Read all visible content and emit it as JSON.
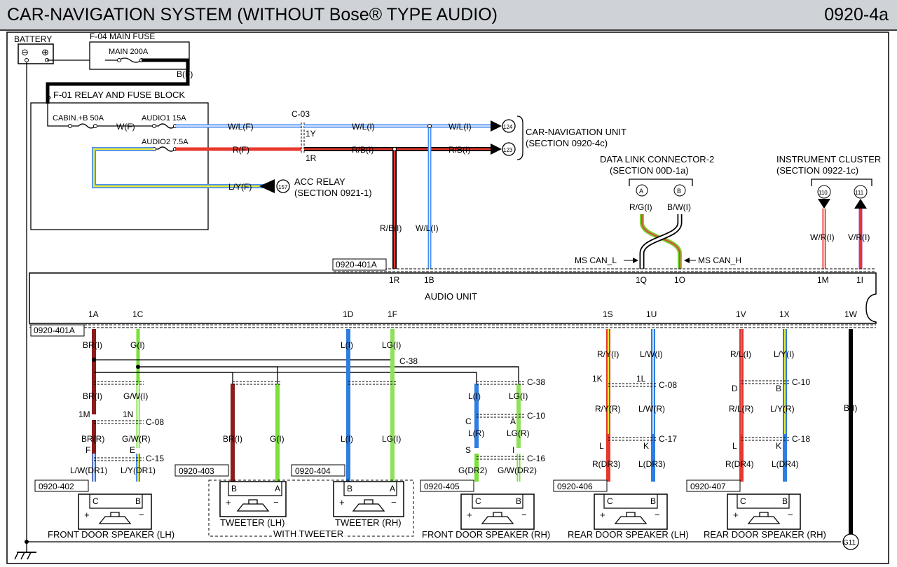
{
  "header": {
    "title": "CAR-NAVIGATION SYSTEM (WITHOUT Bose® TYPE AUDIO)",
    "page": "0920-4a"
  },
  "battery": {
    "label": "BATTERY",
    "minus": "⊖",
    "plus": "⊕"
  },
  "main_fuse": {
    "label": "F-04  MAIN FUSE",
    "fuse": "MAIN 200A",
    "wire": "B(F)"
  },
  "relay_block": {
    "label": "F-01  RELAY AND FUSE BLOCK",
    "fuse_cabin": "CABIN.+B 50A",
    "fuse_audio1": "AUDIO1 15A",
    "fuse_audio2": "AUDIO2 7.5A"
  },
  "wires_top": {
    "w_f": "W(F)",
    "wl_f": "W/L(F)",
    "r_f": "R(F)",
    "ly_f": "L/Y(F)",
    "c03": "C-03",
    "pin_1y": "1Y",
    "pin_1r": "1R",
    "wl_i_a": "W/L(I)",
    "wl_i_b": "W/L(I)",
    "rb_i_a": "R/B(I)",
    "rb_i_b": "R/B(I)"
  },
  "connectors": {
    "c124": "124",
    "c123": "123",
    "c157": "157"
  },
  "nav_unit": {
    "name": "CAR-NAVIGATION UNIT",
    "section": "(SECTION 0920-4c)"
  },
  "acc_relay": {
    "name": "ACC RELAY",
    "section": "(SECTION 0921-1)"
  },
  "dlc": {
    "name": "DATA LINK CONNECTOR-2",
    "section": "(SECTION 00D-1a)",
    "pin_a": "A",
    "pin_b": "B",
    "wire_a": "R/G(I)",
    "wire_b": "B/W(I)",
    "can_l": "MS CAN_L",
    "can_h": "MS CAN_H",
    "pin_1q": "1Q",
    "pin_1o": "1O"
  },
  "cluster": {
    "name": "INSTRUMENT CLUSTER",
    "section": "(SECTION 0922-1c)",
    "c110": "110",
    "c111": "111",
    "wire_wr": "W/R(I)",
    "wire_vr": "V/R(I)",
    "pin_1m": "1M",
    "pin_1i": "1I"
  },
  "audio_unit": {
    "name": "AUDIO UNIT",
    "ref_top": "0920-401A",
    "ref_bottom": "0920-401A",
    "pin_1r": "1R",
    "pin_1b": "1B",
    "wire_rb": "R/B(I)",
    "wire_wl": "W/L(I)"
  },
  "pins_bottom": [
    "1A",
    "1C",
    "1D",
    "1F",
    "1S",
    "1U",
    "1V",
    "1X",
    "1W"
  ],
  "labels": {
    "br_i_a": "BR(I)",
    "g_i_a": "G(I)",
    "l_i_a": "L(I)",
    "lg_i_a": "LG(I)",
    "c38_a": "C-38",
    "br_i_b": "BR(I)",
    "gw_i": "G/W(I)",
    "c38_b": "C-38",
    "l_i_b": "L(I)",
    "lg_i_b": "LG(I)",
    "pin_1m": "1M",
    "pin_1n": "1N",
    "c08_a": "C-08",
    "c10_a": "C-10",
    "pin_c_a": "C",
    "pin_a_a": "A",
    "br_r": "BR(R)",
    "gw_r": "G/W(R)",
    "l_r": "L(R)",
    "lg_r": "LG(R)",
    "pin_f": "F",
    "pin_e": "E",
    "c15": "C-15",
    "pin_s": "S",
    "pin_i": "I",
    "c16": "C-16",
    "lw_dr1": "L/W(DR1)",
    "ly_dr1": "L/Y(DR1)",
    "g_dr2": "G(DR2)",
    "gw_dr2": "G/W(DR2)",
    "br_i_t": "BR(I)",
    "g_i_t": "G(I)",
    "l_i_t": "L(I)",
    "lg_i_t": "LG(I)",
    "ry_i": "R/Y(I)",
    "lw_i": "L/W(I)",
    "pin_1k": "1K",
    "pin_1l": "1L",
    "c08_b": "C-08",
    "ry_r": "R/Y(R)",
    "lw_r": "L/W(R)",
    "pin_l_a": "L",
    "pin_k_a": "K",
    "c17": "C-17",
    "r_dr3": "R(DR3)",
    "l_dr3": "L(DR3)",
    "rl_i": "R/L(I)",
    "ly_i": "L/Y(I)",
    "pin_d": "D",
    "pin_b2": "B",
    "c10_b": "C-10",
    "rl_r": "R/L(R)",
    "ly_r": "L/Y(R)",
    "pin_l_b": "L",
    "pin_k_b": "K",
    "c18": "C-18",
    "r_dr4": "R(DR4)",
    "l_dr4": "L(DR4)",
    "b_i": "B(I)"
  },
  "speakers": [
    {
      "ref": "0920-402",
      "name": "FRONT DOOR SPEAKER (LH)",
      "pin_l": "C",
      "pin_r": "B"
    },
    {
      "ref": "0920-403",
      "name": "TWEETER (LH)",
      "pin_l": "B",
      "pin_r": "A"
    },
    {
      "ref": "0920-404",
      "name": "TWEETER (RH)",
      "pin_l": "B",
      "pin_r": "A"
    },
    {
      "ref": "0920-405",
      "name": "FRONT DOOR SPEAKER (RH)",
      "pin_l": "C",
      "pin_r": "B"
    },
    {
      "ref": "0920-406",
      "name": "REAR DOOR SPEAKER (LH)",
      "pin_l": "C",
      "pin_r": "B"
    },
    {
      "ref": "0920-407",
      "name": "REAR DOOR SPEAKER (RH)",
      "pin_l": "C",
      "pin_r": "B"
    }
  ],
  "speaker_signs": {
    "plus": "+",
    "minus": "−"
  },
  "tweeter_group": "WITH TWEETER",
  "ground": {
    "label": "G11"
  }
}
